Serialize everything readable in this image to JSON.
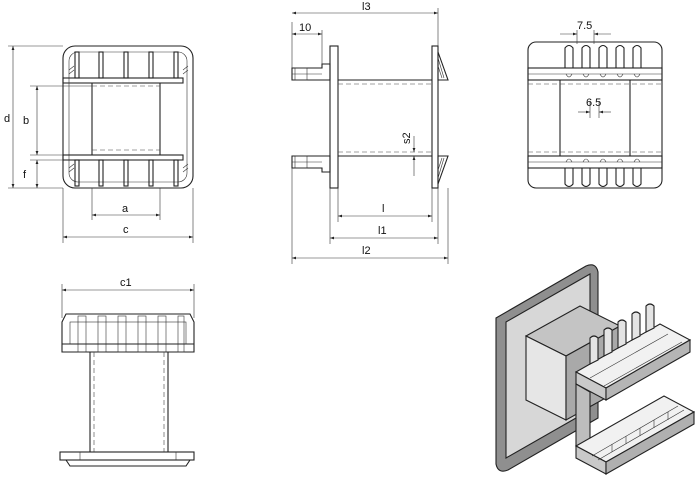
{
  "dimensions": {
    "a": "a",
    "b": "b",
    "c": "c",
    "c1": "c1",
    "d": "d",
    "f": "f",
    "l": "l",
    "l1": "l1",
    "l2": "l2",
    "l3": "l3",
    "s2": "s2",
    "ten": "10",
    "pin_pitch": "7.5",
    "pin_gap": "6.5"
  }
}
